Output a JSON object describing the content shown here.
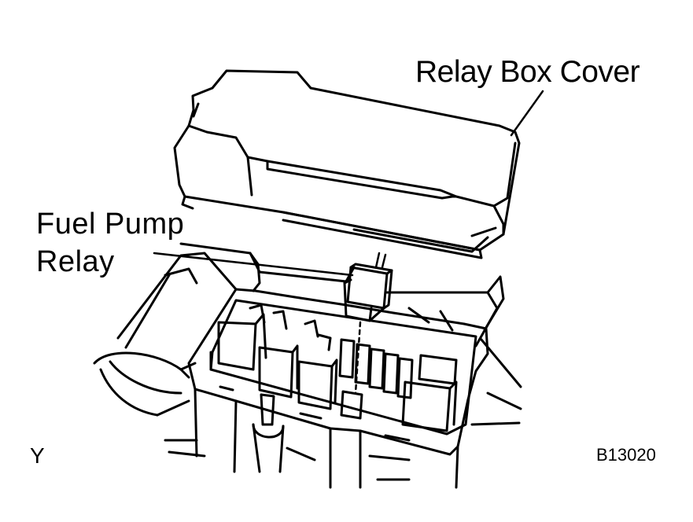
{
  "labels": {
    "relay_box_cover": "Relay Box Cover",
    "fuel_pump_line1": "Fuel  Pump",
    "fuel_pump_line2": "Relay",
    "corner_mark": "Y",
    "figure_code": "B13020"
  },
  "colors": {
    "ink": "#000000",
    "paper": "#ffffff"
  }
}
